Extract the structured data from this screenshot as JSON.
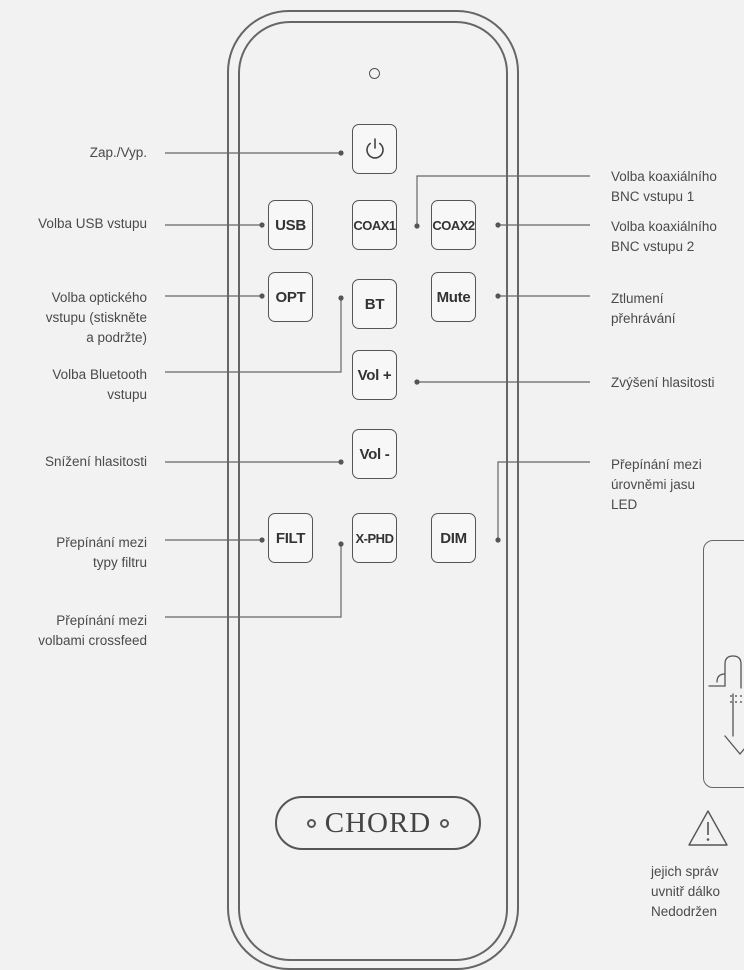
{
  "remote": {
    "buttons": {
      "power": {
        "icon": "power-icon"
      },
      "usb": "USB",
      "coax1": "COAX1",
      "coax2": "COAX2",
      "opt": "OPT",
      "bt": "BT",
      "mute": "Mute",
      "vol_up": "Vol +",
      "vol_down": "Vol -",
      "filt": "FILT",
      "xphd": "X-PHD",
      "dim": "DIM"
    },
    "logo": "CHORD"
  },
  "labels_left": {
    "power": [
      "Zap./Vyp."
    ],
    "usb": [
      "Volba USB vstupu"
    ],
    "opt": [
      "Volba optického",
      "vstupu (stiskněte",
      "a podržte)"
    ],
    "bt": [
      "Volba Bluetooth",
      "vstupu"
    ],
    "vol_down": [
      "Snížení hlasitosti"
    ],
    "filt": [
      "Přepínání mezi",
      "typy filtru"
    ],
    "xphd": [
      "Přepínání mezi",
      "volbami crossfeed"
    ]
  },
  "labels_right": {
    "coax1": [
      "Volba koaxiálního",
      "BNC vstupu 1"
    ],
    "coax2": [
      "Volba koaxiálního",
      "BNC vstupu 2"
    ],
    "mute": [
      "Ztlumení",
      "přehrávání"
    ],
    "vol_up": [
      "Zvýšení hlasitosti"
    ],
    "dim": [
      "Přepínání mezi",
      "úrovněmi jasu",
      "LED"
    ]
  },
  "battery_note": {
    "icon": "warning-triangle-icon",
    "lines": [
      "jejich správ",
      "uvnitř dálko",
      "Nedodržen"
    ]
  }
}
